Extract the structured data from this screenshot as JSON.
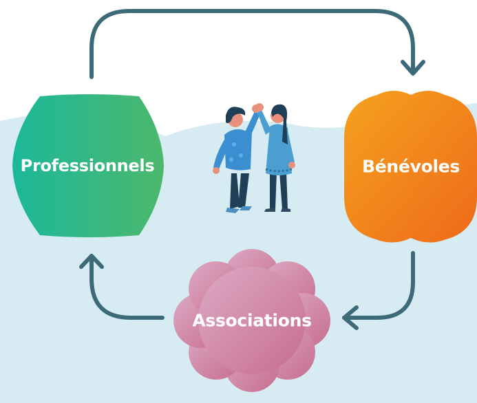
{
  "nodes": {
    "professionnels": {
      "label": "Professionnels",
      "gradient": [
        "#1cb89a",
        "#4cb86c"
      ]
    },
    "benevoles": {
      "label": "Bénévoles",
      "gradient": [
        "#f5a21e",
        "#ee6a1a"
      ]
    },
    "associations": {
      "label": "Associations",
      "gradient": [
        "#d8a2be",
        "#c9708f"
      ]
    }
  },
  "cycle": [
    "Professionnels",
    "Bénévoles",
    "Associations"
  ],
  "illustration": "two-people-high-five",
  "colors": {
    "background_hill": "#d6ebf2",
    "arrow": "#3d6a79"
  }
}
